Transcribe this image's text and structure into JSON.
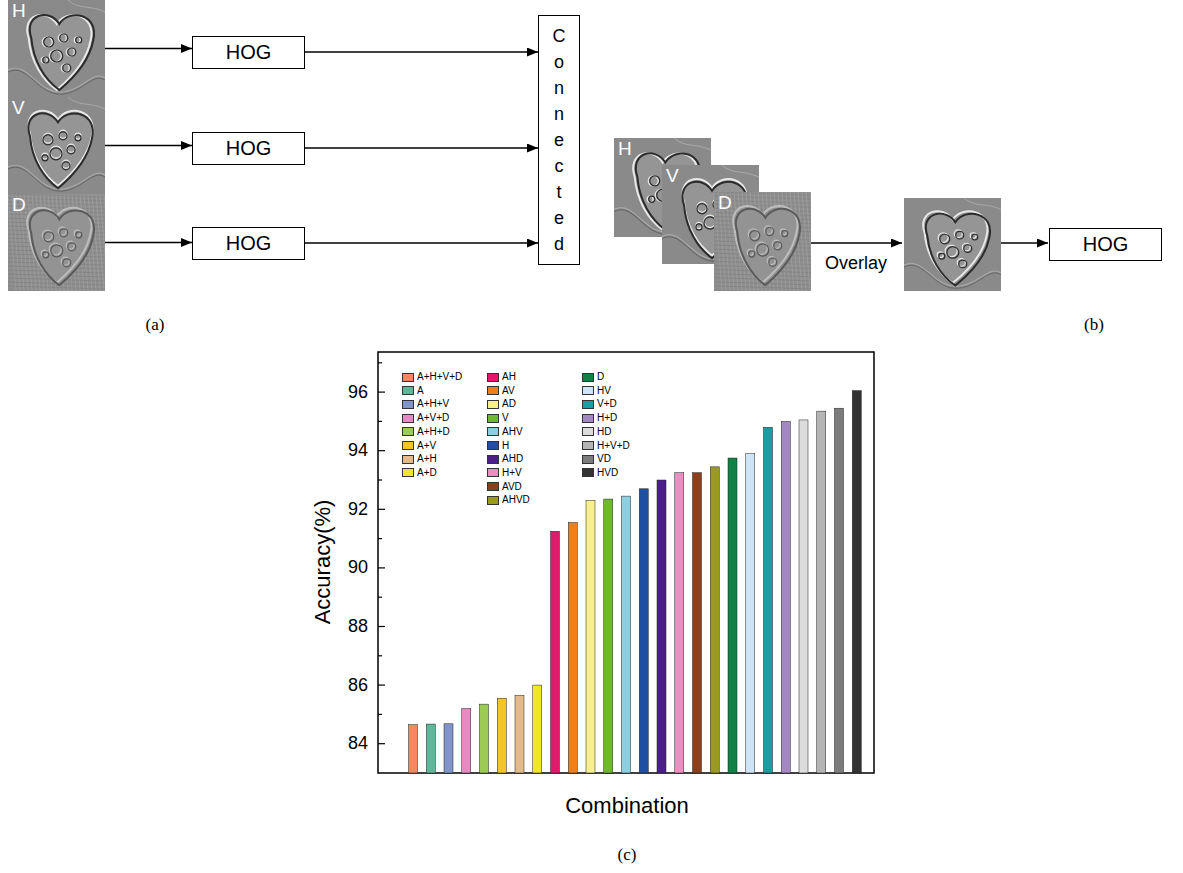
{
  "diagram": {
    "nodes": [
      {
        "text": [
          "H"
        ]
      },
      {
        "text": [
          "V"
        ]
      },
      {
        "text": [
          "D"
        ]
      },
      {
        "text": [
          "HOG"
        ]
      },
      {
        "text": [
          "HOG"
        ]
      },
      {
        "text": [
          "HOG"
        ]
      },
      {
        "text": [
          "Connected"
        ]
      },
      {
        "text": [
          "H"
        ]
      },
      {
        "text": [
          "V"
        ]
      },
      {
        "text": [
          "D"
        ]
      },
      {
        "text": [
          "HOG"
        ]
      }
    ],
    "edges": [
      {
        "from": 0,
        "to": 3,
        "arrow": "to"
      },
      {
        "from": 1,
        "to": 4,
        "arrow": "to"
      },
      {
        "from": 2,
        "to": 5,
        "arrow": "to"
      },
      {
        "from": 3,
        "to": 6,
        "arrow": "to"
      },
      {
        "from": 4,
        "to": 6,
        "arrow": "to"
      },
      {
        "from": 5,
        "to": 6,
        "arrow": "to"
      }
    ],
    "labels": [
      "(a)",
      "Overlay",
      "(b)",
      "96",
      "94",
      "92",
      "90",
      "88",
      "86",
      "84",
      "Accuracy(%)",
      "Combination",
      "(c)"
    ],
    "legend": [
      {
        "text": "A+H+V+D",
        "color": "#f4895f"
      },
      {
        "text": "A",
        "color": "#5fb79b"
      },
      {
        "text": "A+H+V",
        "color": "#7f94c8"
      },
      {
        "text": "A+V+D",
        "color": "#e58ac2"
      },
      {
        "text": "A+H+D",
        "color": "#9ccb55"
      },
      {
        "text": "A+V",
        "color": "#f4c523"
      },
      {
        "text": "A+H",
        "color": "#e3bb8a"
      },
      {
        "text": "A+D",
        "color": "#f2e62a"
      },
      {
        "text": "AH",
        "color": "#e2186d"
      },
      {
        "text": "AV",
        "color": "#ef7f1a"
      },
      {
        "text": "AD",
        "color": "#f7f08b"
      },
      {
        "text": "V",
        "color": "#6fba2c"
      },
      {
        "text": "AHV",
        "color": "#8ccfe0"
      },
      {
        "text": "H",
        "color": "#1f4fa0"
      },
      {
        "text": "AHD",
        "color": "#4b1e8c"
      },
      {
        "text": "H+V",
        "color": "#f08cc0"
      },
      {
        "text": "AVD",
        "color": "#8b3f1a"
      },
      {
        "text": "AHVD",
        "color": "#9a9a1e"
      },
      {
        "text": "D",
        "color": "#138046"
      },
      {
        "text": "HV",
        "color": "#cfe4f6"
      },
      {
        "text": "V+D",
        "color": "#1a9ca0"
      },
      {
        "text": "H+D",
        "color": "#a388c4"
      },
      {
        "text": "HD",
        "color": "#dcdcdc"
      },
      {
        "text": "H+V+D",
        "color": "#b4b4b4"
      },
      {
        "text": "VD",
        "color": "#7c7c7c"
      },
      {
        "text": "HVD",
        "color": "#333333"
      }
    ]
  }
}
